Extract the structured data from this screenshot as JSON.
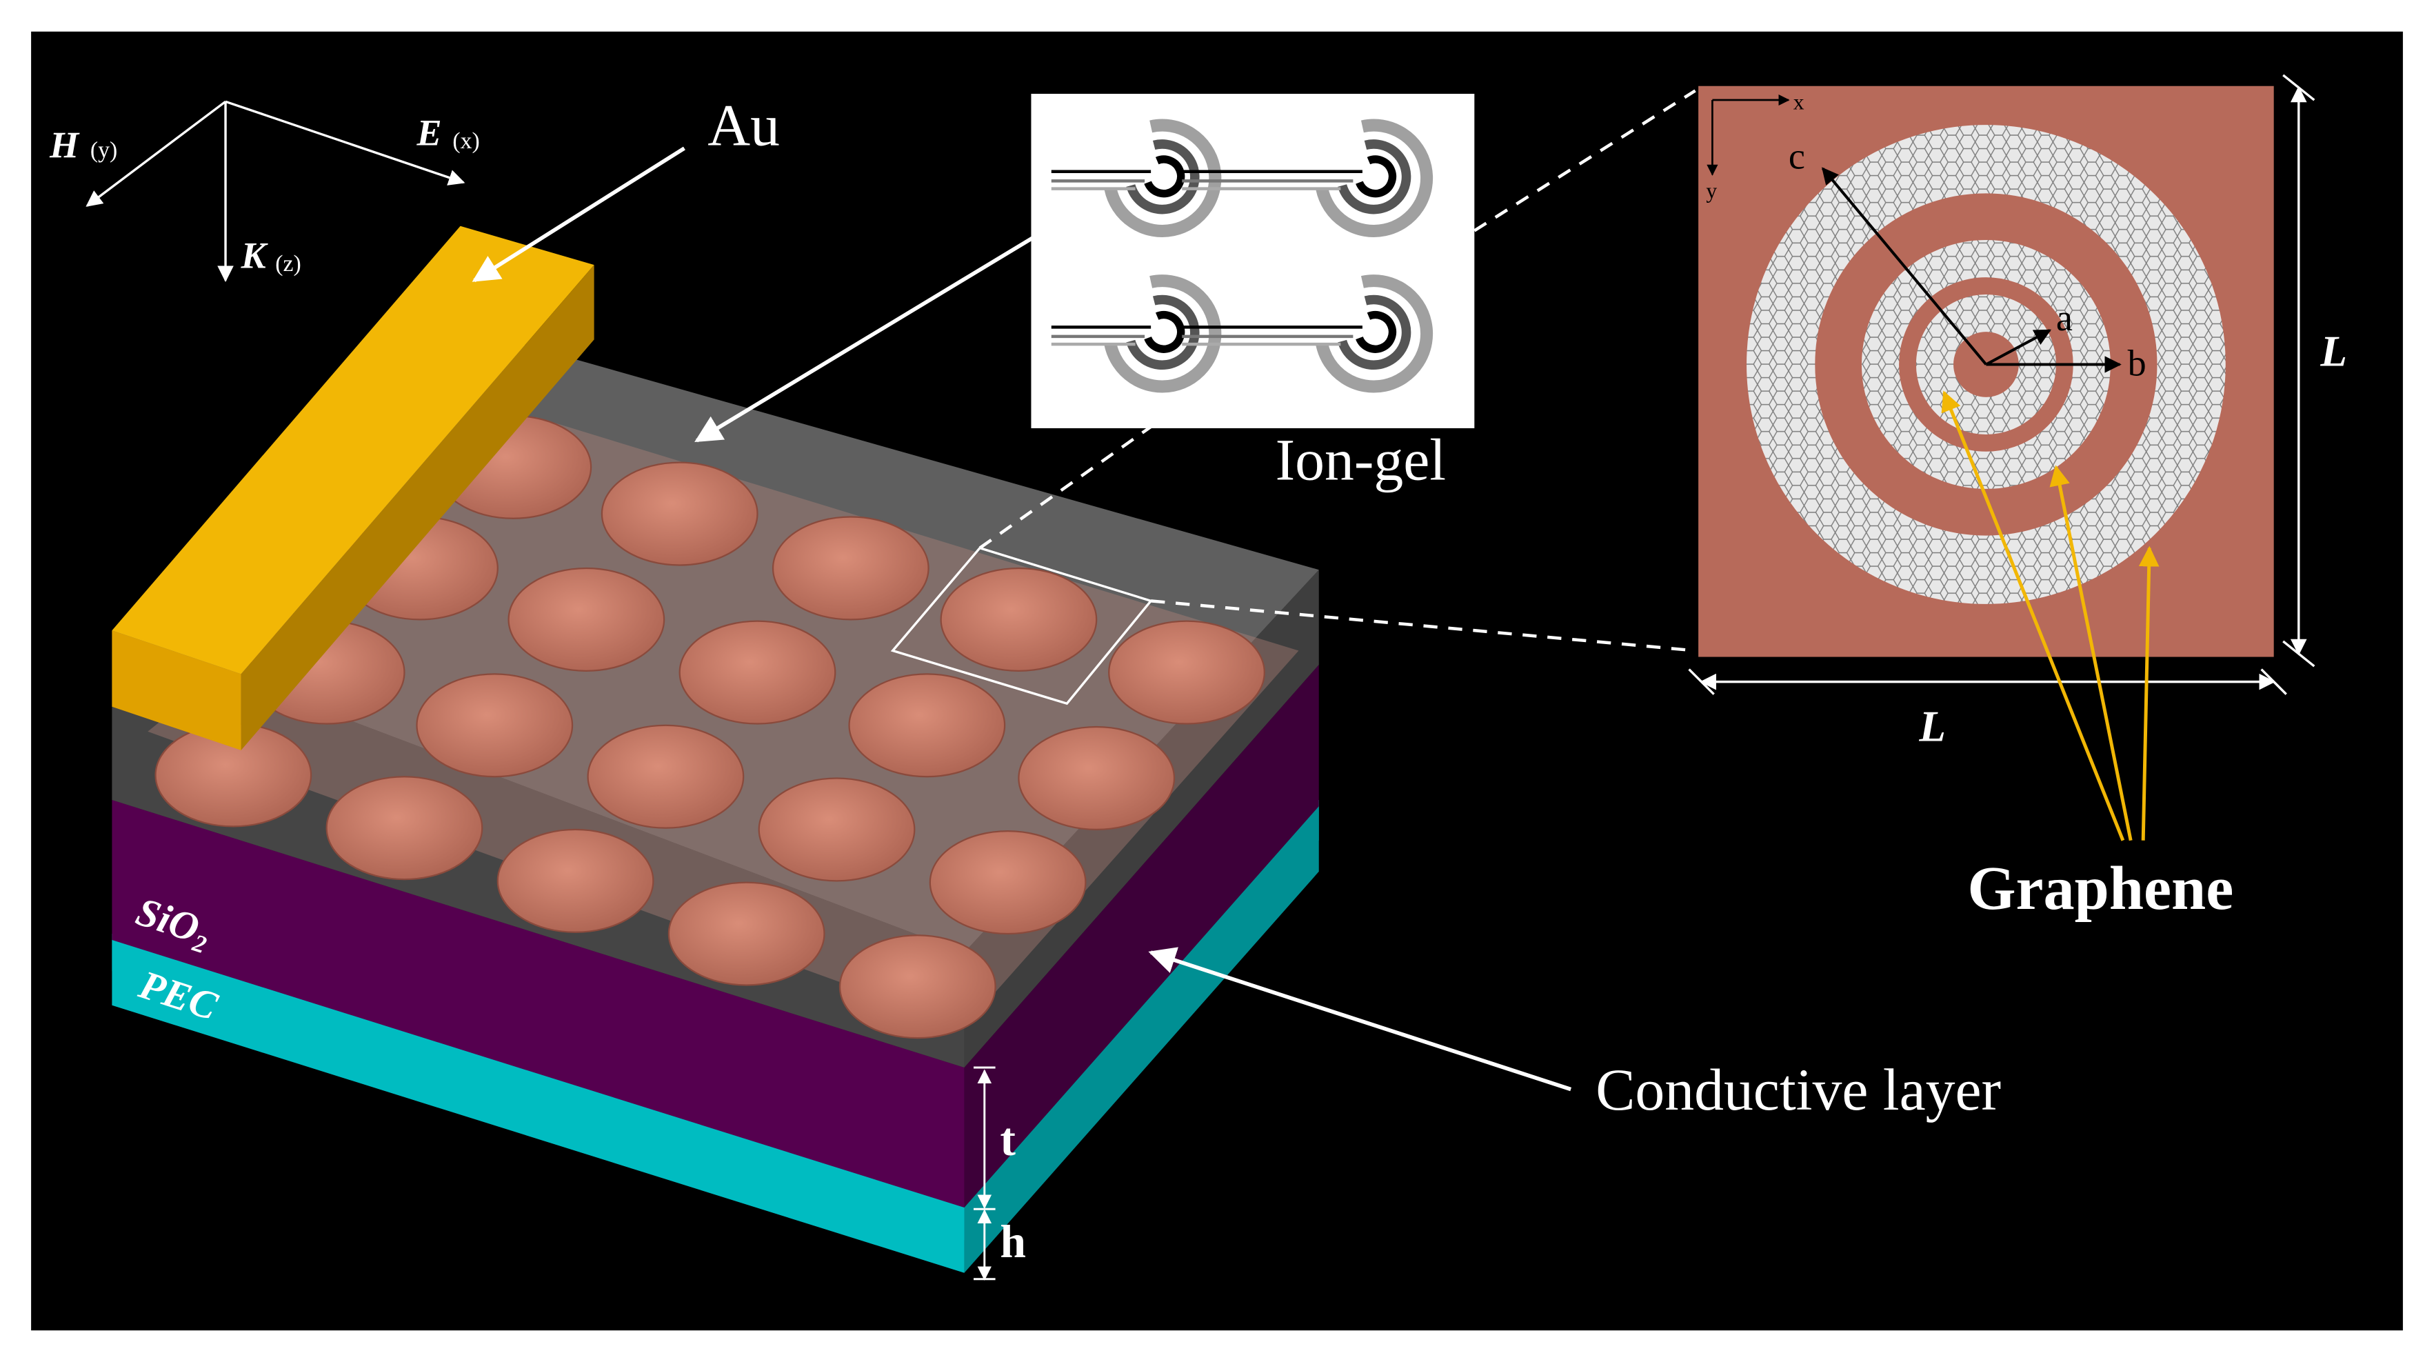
{
  "colors": {
    "background": "#000000",
    "outer_border": "#ffffff",
    "au": "#f2b705",
    "ion_gel": "#7f7f7f",
    "sio2": "#55004f",
    "pec": "#00bcc1",
    "disk": "#c27966",
    "unit_cell_bg": "#b76a5a",
    "graphene_ring": "#eeeeee",
    "pointer_arrow": "#ffffff",
    "graphene_arrow": "#f2b705"
  },
  "axes": {
    "h_label": "H",
    "h_sub": "(y)",
    "e_label": "E",
    "e_sub": "(x)",
    "k_label": "K",
    "k_sub": "(z)"
  },
  "labels": {
    "au": "Au",
    "ion_gel": "Ion-gel",
    "sio2_main": "SiO",
    "sio2_sub": "2",
    "pec": "PEC",
    "conductive_layer": "Conductive layer",
    "t": "t",
    "h": "h",
    "graphene": "Graphene"
  },
  "unit_cell": {
    "x_axis": "x",
    "y_axis": "y",
    "a": "a",
    "b": "b",
    "c": "c",
    "L_right": "L",
    "L_bottom": "L"
  }
}
